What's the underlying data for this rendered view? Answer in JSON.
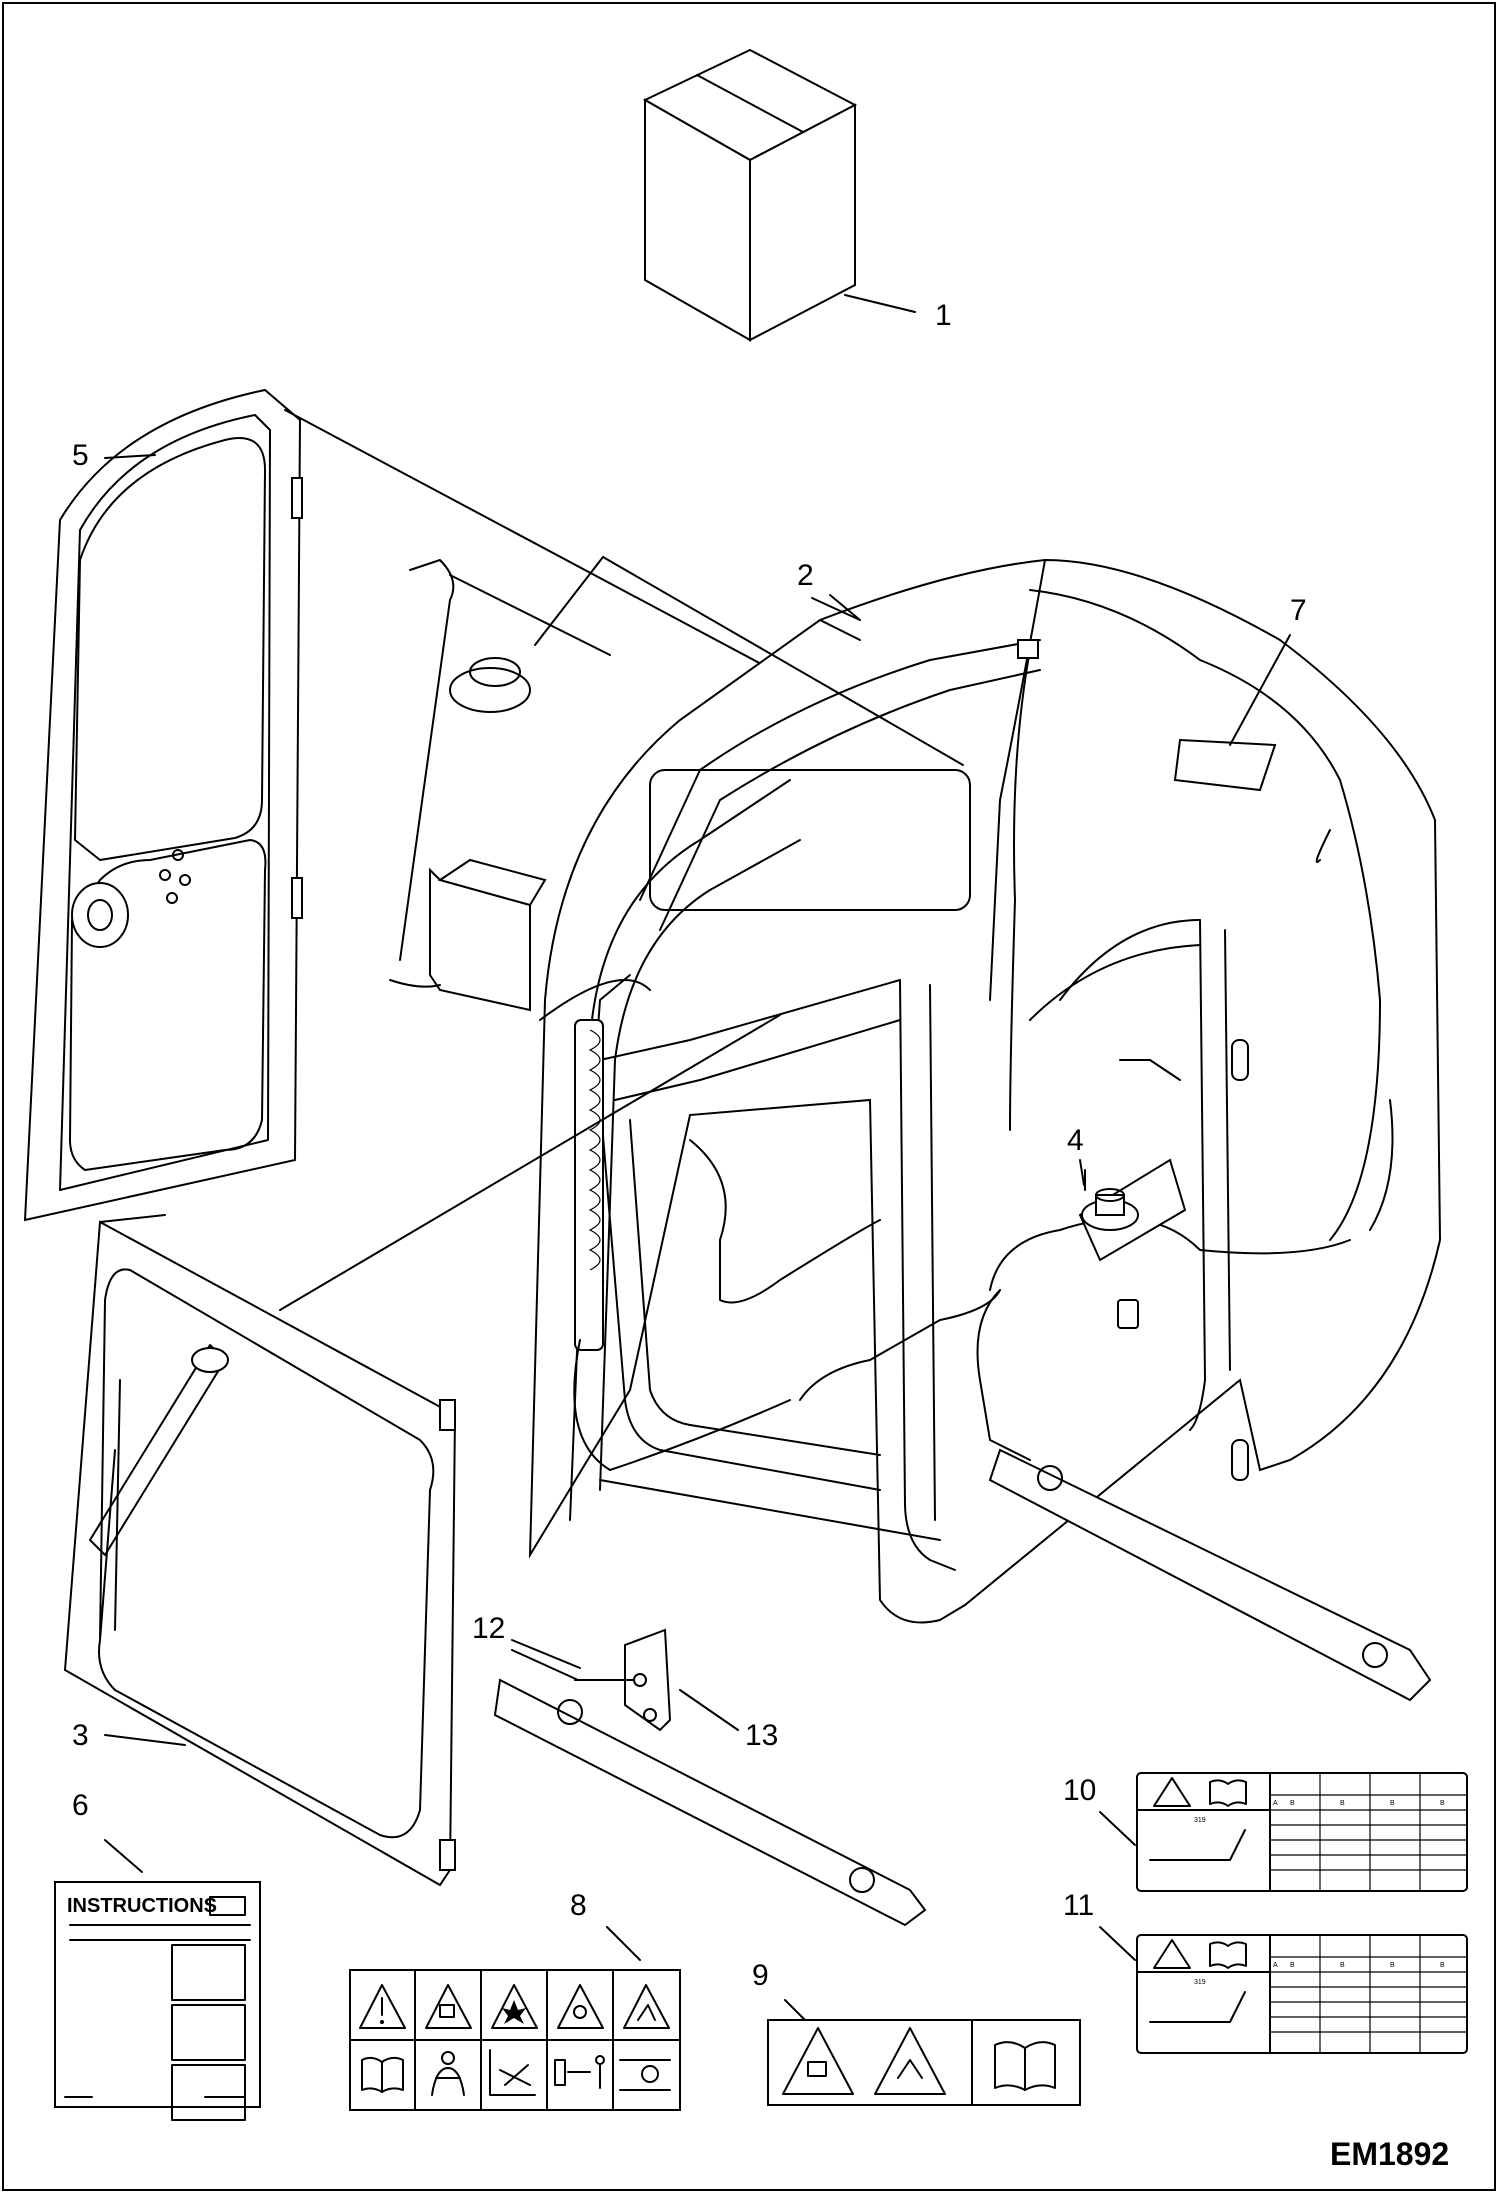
{
  "drawing_id": "EM1892",
  "callouts": [
    {
      "key": "c1",
      "text": "1"
    },
    {
      "key": "c2",
      "text": "2"
    },
    {
      "key": "c3",
      "text": "3"
    },
    {
      "key": "c4",
      "text": "4"
    },
    {
      "key": "c5",
      "text": "5"
    },
    {
      "key": "c6",
      "text": "6"
    },
    {
      "key": "c7",
      "text": "7"
    },
    {
      "key": "c8",
      "text": "8"
    },
    {
      "key": "c9",
      "text": "9"
    },
    {
      "key": "c10",
      "text": "10"
    },
    {
      "key": "c11",
      "text": "11"
    },
    {
      "key": "c12",
      "text": "12"
    },
    {
      "key": "c13",
      "text": "13"
    }
  ],
  "decal_instructions": {
    "title": "INSTRUCTIONS"
  },
  "decal_10": {
    "model": "319",
    "col_letters": [
      "A",
      "B",
      "B",
      "B",
      "B"
    ]
  },
  "decal_11": {
    "model": "319",
    "col_letters": [
      "A",
      "B",
      "B",
      "B",
      "B"
    ]
  },
  "icons": [
    "warning-triangle-icon",
    "manual-book-icon",
    "seat-belt-icon",
    "explosion-warning-icon",
    "crush-warning-icon"
  ]
}
